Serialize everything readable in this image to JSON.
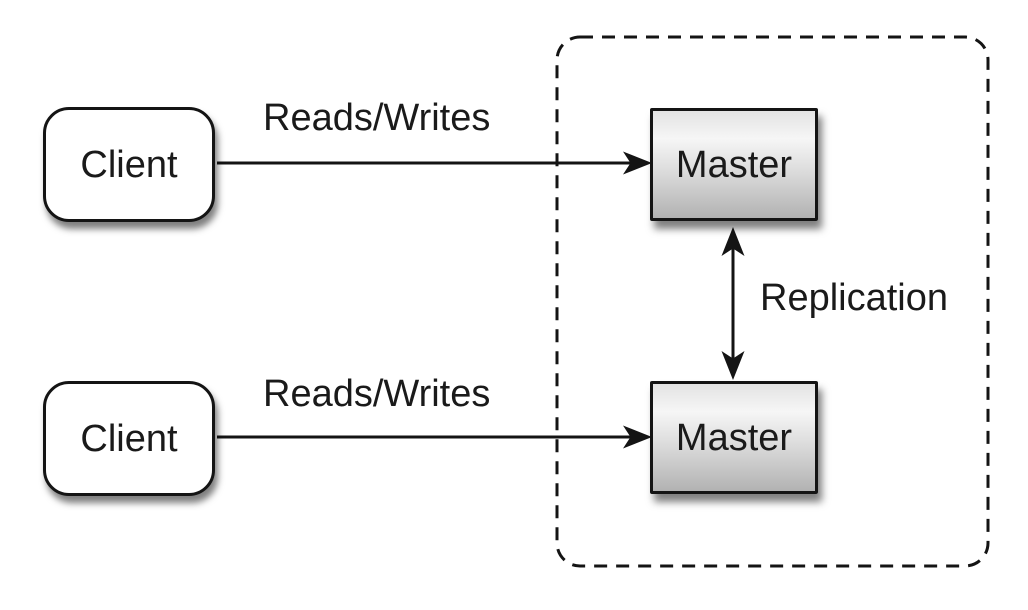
{
  "diagram": {
    "kind": "architecture-diagram",
    "background_color": "#ffffff",
    "stroke_color": "#141414",
    "nodes": [
      {
        "id": "client-1",
        "label": "Client",
        "shape": "rounded-rectangle",
        "fill": "#ffffff"
      },
      {
        "id": "client-2",
        "label": "Client",
        "shape": "rounded-rectangle",
        "fill": "#ffffff"
      },
      {
        "id": "master-1",
        "label": "Master",
        "shape": "rectangle",
        "fill_top": "#ededed",
        "fill_bottom": "#b2b2b2"
      },
      {
        "id": "master-2",
        "label": "Master",
        "shape": "rectangle",
        "fill_top": "#ededed",
        "fill_bottom": "#b2b2b2"
      }
    ],
    "group": {
      "id": "replication-zone",
      "style": "dashed-rounded-border",
      "contains": [
        "master-1",
        "master-2"
      ]
    },
    "edges": [
      {
        "id": "reads-writes-1",
        "label": "Reads/Writes",
        "from": "client-1",
        "to": "master-1",
        "direction": "one-way"
      },
      {
        "id": "reads-writes-2",
        "label": "Reads/Writes",
        "from": "client-2",
        "to": "master-2",
        "direction": "one-way"
      },
      {
        "id": "replication",
        "label": "Replication",
        "from": "master-1",
        "to": "master-2",
        "direction": "two-way"
      }
    ]
  }
}
